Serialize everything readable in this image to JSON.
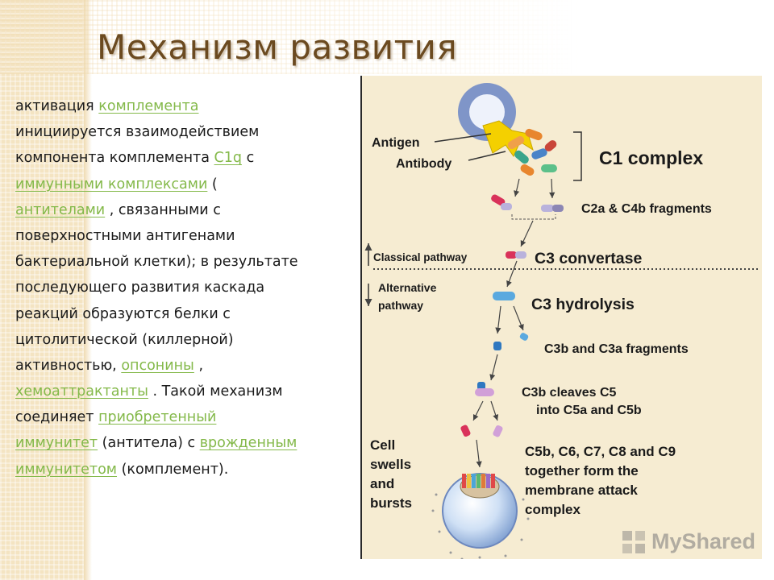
{
  "slide": {
    "title": "Механизм развития"
  },
  "body": {
    "lines": [
      [
        {
          "t": "активация "
        },
        {
          "t": "комплемента",
          "link": true
        }
      ],
      [
        {
          "t": "инициируется взаимодействием"
        }
      ],
      [
        {
          "t": "компонента комплемента "
        },
        {
          "t": "C1q",
          "link": true
        },
        {
          "t": " с"
        }
      ],
      [
        {
          "t": "иммунными комплексами",
          "link": true
        },
        {
          "t": " ("
        }
      ],
      [
        {
          "t": "антителами",
          "link": true
        },
        {
          "t": " , связанными с"
        }
      ],
      [
        {
          "t": "поверхностными антигенами"
        }
      ],
      [
        {
          "t": "бактериальной клетки); в результате"
        }
      ],
      [
        {
          "t": "последующего развития каскада"
        }
      ],
      [
        {
          "t": "реакций образуются белки с"
        }
      ],
      [
        {
          "t": "цитолитической (киллерной)"
        }
      ],
      [
        {
          "t": "активностью, "
        },
        {
          "t": "опсонины",
          "link": true
        },
        {
          "t": " ,"
        }
      ],
      [
        {
          "t": "хемоаттрактанты",
          "link": true
        },
        {
          "t": " . Такой механизм"
        }
      ],
      [
        {
          "t": "соединяет "
        },
        {
          "t": "приобретенный",
          "link": true
        }
      ],
      [
        {
          "t": "иммунитет",
          "link": true
        },
        {
          "t": " (антитела) с "
        },
        {
          "t": "врожденным",
          "link": true
        }
      ],
      [
        {
          "t": "иммунитетом",
          "link": true
        },
        {
          "t": " (комплемент)."
        }
      ]
    ]
  },
  "figure": {
    "antigen_label": "Antigen",
    "antibody_label": "Antibody",
    "c1_label": "C1 complex",
    "c2a_label": "C2a & C4b fragments",
    "classical_label": "Classical pathway",
    "c3conv_label": "C3 convertase",
    "alternative_label_1": "Alternative",
    "alternative_label_2": "pathway",
    "c3hyd_label": "C3 hydrolysis",
    "c3b_label": "C3b and C3a fragments",
    "c5_label_1": "C3b cleaves C5",
    "c5_label_2": "into C5a and C5b",
    "cell_label_1": "Cell",
    "cell_label_2": "swells",
    "cell_label_3": "and",
    "cell_label_4": "bursts",
    "mac_label_1": "C5b, C6, C7, C8 and  C9",
    "mac_label_2": "together form the",
    "mac_label_3": "membrane attack",
    "mac_label_4": "complex"
  },
  "watermark": {
    "text": "MyShared"
  },
  "colors": {
    "title": "#6b4a20",
    "link": "#84b94a",
    "figure_bg": "#f6ecd2",
    "antigen_blue": "#7f95c8",
    "antibody_yellow": "#f4d000",
    "fragment_red": "#d9325a",
    "fragment_lilac": "#b9b2dc",
    "c3_blue": "#5aa9df"
  }
}
